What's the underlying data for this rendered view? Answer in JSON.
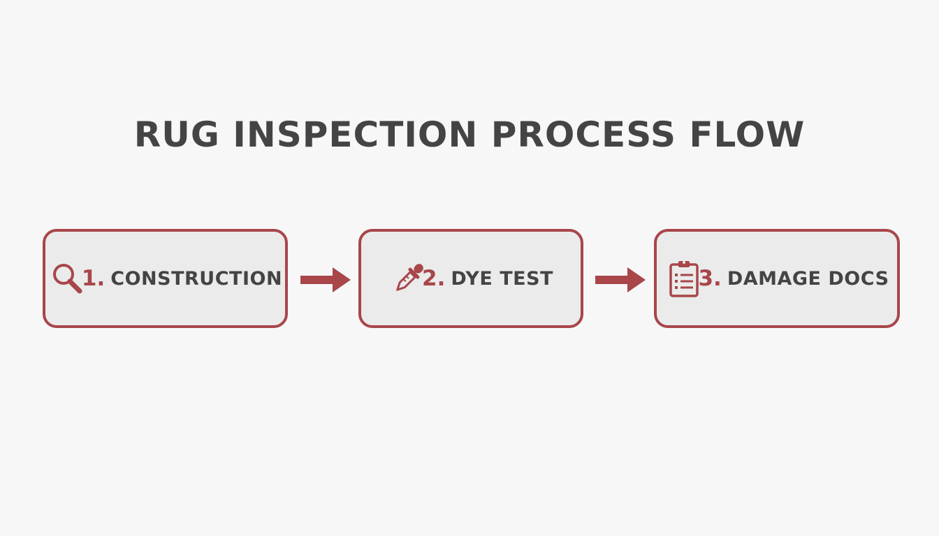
{
  "title": "RUG INSPECTION PROCESS FLOW",
  "colors": {
    "accent": "#a8464a",
    "text": "#444444",
    "box_fill": "#ebebeb",
    "background": "#f7f7f7"
  },
  "steps": [
    {
      "number": "1.",
      "label": "CONSTRUCTION",
      "icon": "magnifying-glass-icon"
    },
    {
      "number": "2.",
      "label": "DYE TEST",
      "icon": "dropper-icon"
    },
    {
      "number": "3.",
      "label": "DAMAGE DOCS",
      "icon": "clipboard-list-icon"
    }
  ]
}
